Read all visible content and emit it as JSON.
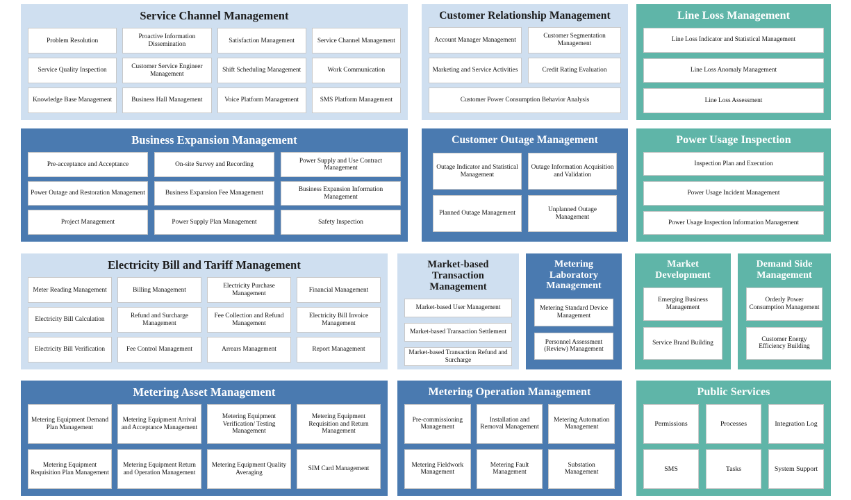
{
  "colors": {
    "light_blue": "#cfdff0",
    "blue": "#4a7ab0",
    "teal": "#5fb5a8",
    "tile_background": "#ffffff",
    "tile_border": "#c8c8c8",
    "dark_text": "#111111",
    "light_text": "#ffffff"
  },
  "panels": {
    "service_channel": {
      "title": "Service Channel Management",
      "theme": "light-blue",
      "tiles": [
        "Problem Resolution",
        "Proactive Information Dissemination",
        "Satisfaction Management",
        "Service Channel Management",
        "Service Quality Inspection",
        "Customer Service Engineer Management",
        "Shift Scheduling Management",
        "Work Communication",
        "Knowledge Base Management",
        "Business Hall Management",
        "Voice Platform Management",
        "SMS Platform Management"
      ]
    },
    "customer_relationship": {
      "title": "Customer Relationship Management",
      "theme": "light-blue",
      "tiles": [
        "Account Manager Management",
        "Customer Segmentation Management",
        "Marketing and Service Activities",
        "Credit Rating Evaluation",
        "Customer Power Consumption Behavior Analysis"
      ]
    },
    "line_loss": {
      "title": "Line Loss Management",
      "theme": "teal",
      "tiles": [
        "Line Loss Indicator and Statistical Management",
        "Line Loss Anomaly Management",
        "Line Loss Assessment"
      ]
    },
    "business_expansion": {
      "title": "Business Expansion Management",
      "theme": "blue",
      "tiles": [
        "Pre-acceptance and Acceptance",
        "On-site Survey and Recording",
        "Power Supply and Use Contract Management",
        "Power Outage and Restoration Management",
        "Business Expansion Fee Management",
        "Business Expansion Information Management",
        "Project Management",
        "Power Supply Plan Management",
        "Safety Inspection"
      ]
    },
    "customer_outage": {
      "title": "Customer Outage Management",
      "theme": "blue",
      "tiles": [
        "Outage Indicator and Statistical Management",
        "Outage Information Acquisition and Validation",
        "Planned Outage Management",
        "Unplanned Outage Management"
      ]
    },
    "power_usage_inspection": {
      "title": "Power Usage Inspection",
      "theme": "teal",
      "tiles": [
        "Inspection Plan and Execution",
        "Power Usage Incident Management",
        "Power Usage Inspection Information Management"
      ]
    },
    "bill_tariff": {
      "title": "Electricity Bill and Tariff Management",
      "theme": "light-blue",
      "tiles": [
        "Meter Reading Management",
        "Billing Management",
        "Electricity Purchase Management",
        "Financial Management",
        "Electricity Bill Calculation",
        "Refund and Surcharge Management",
        "Fee Collection and Refund Management",
        "Electricity Bill Invoice Management",
        "Electricity Bill Verification",
        "Fee Control Management",
        "Arrears Management",
        "Report Management"
      ]
    },
    "market_transaction": {
      "title": "Market-based Transaction Management",
      "theme": "light-blue",
      "tiles": [
        "Market-based User Management",
        "Market-based Transaction Settlement",
        "Market-based Transaction Refund and Surcharge"
      ]
    },
    "metering_laboratory": {
      "title": "Metering Laboratory Management",
      "theme": "blue",
      "tiles": [
        "Metering Standard Device Management",
        "Personnel Assessment (Review) Management"
      ]
    },
    "market_development": {
      "title": "Market Development",
      "theme": "teal",
      "tiles": [
        "Emerging Business Management",
        "Service Brand Building"
      ]
    },
    "demand_side": {
      "title": "Demand Side Management",
      "theme": "teal",
      "tiles": [
        "Orderly Power Consumption Management",
        "Customer Energy Efficiency Building"
      ]
    },
    "metering_asset": {
      "title": "Metering Asset Management",
      "theme": "blue",
      "tiles": [
        "Metering Equipment Demand Plan Management",
        "Metering Equipment Arrival and Acceptance Management",
        "Metering Equipment Verification/ Testing Management",
        "Metering Equipment Requisition and Return Management",
        "Metering Equipment Requisition Plan Management",
        "Metering Equipment Return and Operation Management",
        "Metering Equipment Quality Averaging",
        "SIM Card Management"
      ]
    },
    "metering_operation": {
      "title": "Metering Operation Management",
      "theme": "blue",
      "tiles": [
        "Pre-commissioning Management",
        "Installation and Removal Management",
        "Metering Automation Management",
        "Metering Fieldwork Management",
        "Metering Fault Management",
        "Substation Management"
      ]
    },
    "public_services": {
      "title": "Public Services",
      "theme": "teal",
      "tiles": [
        "Permissions",
        "Processes",
        "Integration Log",
        "SMS",
        "Tasks",
        "System Support"
      ]
    }
  }
}
